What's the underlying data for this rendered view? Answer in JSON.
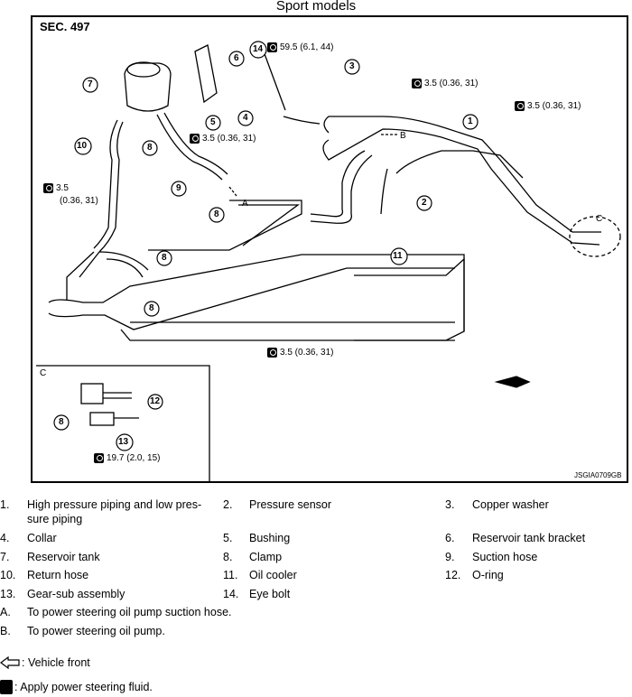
{
  "title": "Sport models",
  "section": "SEC. 497",
  "ref_code": "JSGIA0709GB",
  "torques": {
    "t1": "59.5 (6.1, 44)",
    "t2": "3.5 (0.36, 31)",
    "t3": "3.5 (0.36, 31)",
    "t4": "3.5 (0.36, 31)",
    "t5a": "3.5",
    "t5b": "(0.36, 31)",
    "t6": "3.5 (0.36, 31)",
    "t7": "19.7 (2.0, 15)"
  },
  "callouts": {
    "c1": "1",
    "c2": "2",
    "c3": "3",
    "c4": "4",
    "c5": "5",
    "c6": "6",
    "c7": "7",
    "c8a": "8",
    "c8b": "8",
    "c8c": "8",
    "c8d": "8",
    "c8e": "8",
    "c9": "9",
    "c10": "10",
    "c11": "11",
    "c12": "12",
    "c13": "13",
    "c14": "14",
    "A": "A",
    "B": "B",
    "C": "C",
    "Cinset": "C"
  },
  "legend": [
    {
      "num": "1.",
      "text": "High pressure piping and low pres-"
    },
    {
      "num": "",
      "text": "sure piping"
    },
    {
      "num": "2.",
      "text": "Pressure sensor"
    },
    {
      "num": "3.",
      "text": "Copper washer"
    },
    {
      "num": "4.",
      "text": "Collar"
    },
    {
      "num": "5.",
      "text": "Bushing"
    },
    {
      "num": "6.",
      "text": "Reservoir tank bracket"
    },
    {
      "num": "7.",
      "text": "Reservoir tank"
    },
    {
      "num": "8.",
      "text": "Clamp"
    },
    {
      "num": "9.",
      "text": "Suction hose"
    },
    {
      "num": "10.",
      "text": "Return hose"
    },
    {
      "num": "11.",
      "text": "Oil cooler"
    },
    {
      "num": "12.",
      "text": "O-ring"
    },
    {
      "num": "13.",
      "text": "Gear-sub assembly"
    },
    {
      "num": "14.",
      "text": "Eye bolt"
    },
    {
      "num": "A.",
      "text": "To power steering oil pump suction hose."
    },
    {
      "num": "B.",
      "text": "To power steering oil pump."
    }
  ],
  "notes": {
    "vehicle_front": ": Vehicle front",
    "apply_fluid": ": Apply power steering fluid."
  }
}
